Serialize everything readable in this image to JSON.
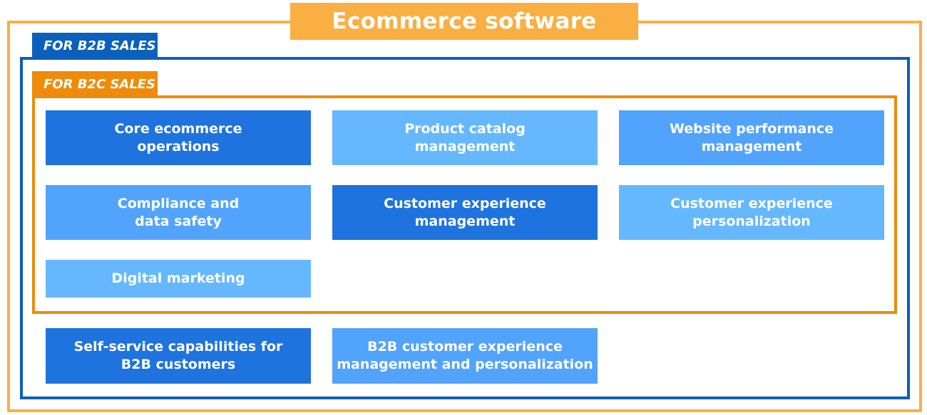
{
  "title": "Ecommerce software",
  "colors": {
    "title_orange": "#F9AF42",
    "outer_orange": "#FBB040",
    "b2b_blue": "#0A60BB",
    "b2c_orange": "#EE8B0A",
    "box_dark": "#1E73DE",
    "box_mid": "#52A3FC",
    "box_light": "#65B8FD"
  },
  "b2b_section": {
    "label": "FOR B2B SALES"
  },
  "b2c_section": {
    "label": "FOR B2C SALES"
  },
  "b2c_capabilities": [
    {
      "label": "Core ecommerce\noperations",
      "shade": "dark"
    },
    {
      "label": "Product catalog\nmanagement",
      "shade": "light"
    },
    {
      "label": "Website performance\nmanagement",
      "shade": "mid"
    },
    {
      "label": "Compliance and\ndata safety",
      "shade": "mid"
    },
    {
      "label": "Customer experience\nmanagement",
      "shade": "dark"
    },
    {
      "label": "Customer experience\npersonalization",
      "shade": "light"
    },
    {
      "label": "Digital marketing",
      "shade": "light"
    }
  ],
  "b2b_capabilities": [
    {
      "label": "Self-service capabilities for\nB2B customers",
      "shade": "dark"
    },
    {
      "label": "B2B customer experience\nmanagement and personalization",
      "shade": "mid"
    }
  ]
}
